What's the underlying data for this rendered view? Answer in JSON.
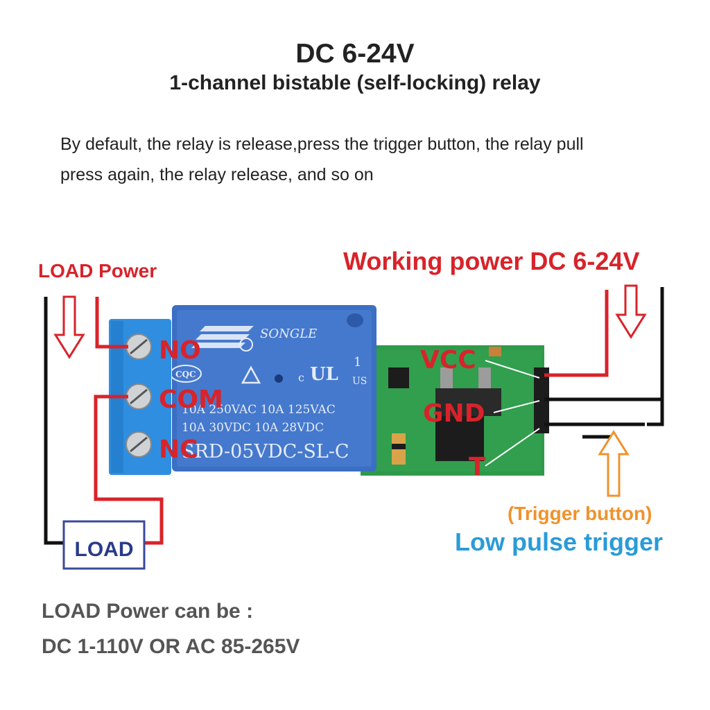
{
  "header": {
    "title": "DC 6-24V",
    "subtitle": "1-channel bistable (self-locking) relay"
  },
  "description": {
    "line1": "By default, the relay is release,press the trigger button, the relay pull",
    "line2": "press again, the relay release, and so on"
  },
  "labels": {
    "load_power": "LOAD Power",
    "working_power": "Working power DC 6-24V",
    "trigger_button": "(Trigger button)",
    "low_pulse": "Low pulse trigger",
    "load_box": "LOAD",
    "load_power_note1": "LOAD Power can be :",
    "load_power_note2": "DC 1-110V OR AC 85-265V"
  },
  "terminals": {
    "no": "NO",
    "com": "COM",
    "nc": "NC"
  },
  "pins": {
    "vcc": "VCC",
    "gnd": "GND",
    "trigger": "T"
  },
  "relay": {
    "brand": "SONGLE",
    "cqc": "CQC",
    "ul_c": "c",
    "ul_us": "US",
    "ul_one": "1",
    "rating1": "10A 250VAC  10A 125VAC",
    "rating2": "10A  30VDC  10A  28VDC",
    "model": "SRD-05VDC-SL-C"
  },
  "colors": {
    "wire_red": "#d8232a",
    "wire_black": "#111111",
    "relay_blue": "#3b6fc4",
    "terminal_blue": "#2f8ee0",
    "pcb_green": "#2e9a4a",
    "arrow_orange": "#f0922c",
    "trigger_text": "#f0922c",
    "low_pulse_text": "#2a9bd8",
    "load_box_border": "#3a4a9a",
    "note_text": "#555555"
  }
}
